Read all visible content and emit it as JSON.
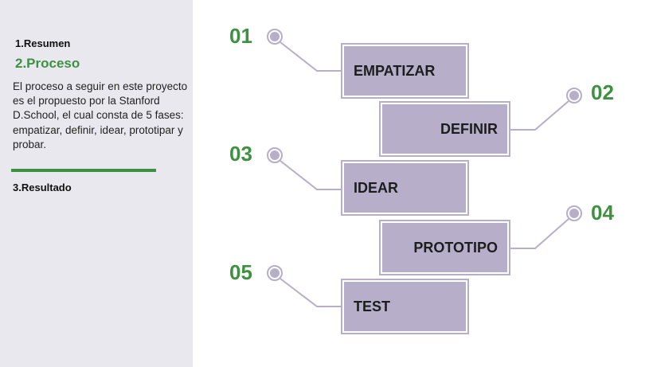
{
  "sidebar": {
    "item1": "1.Resumen",
    "item2": "2.Proceso",
    "description": "El proceso a seguir en este proyecto es el  propuesto por la Stanford D.School, el cual consta de 5 fases: empatizar, definir, idear, prototipar y probar.",
    "item3": "3.Resultado"
  },
  "steps": [
    {
      "number": "01",
      "label": "EMPATIZAR"
    },
    {
      "number": "02",
      "label": "DEFINIR"
    },
    {
      "number": "03",
      "label": "IDEAR"
    },
    {
      "number": "04",
      "label": "PROTOTIPO"
    },
    {
      "number": "05",
      "label": "TEST"
    }
  ],
  "colors": {
    "accent_green": "#3f9142",
    "box_fill": "#b7afc9",
    "sidebar_bg": "#e9e8ef",
    "connector": "#b7afc9"
  }
}
